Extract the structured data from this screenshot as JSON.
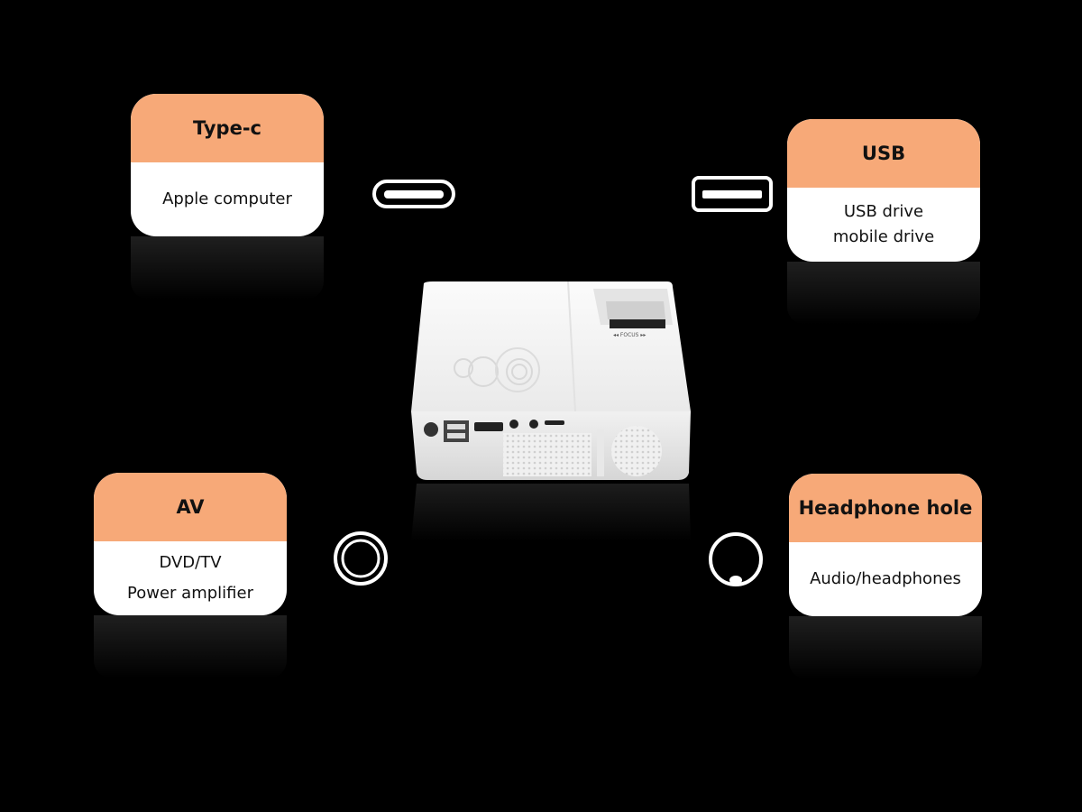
{
  "cards": {
    "typec": {
      "title": "Type-c",
      "lines": [
        "Apple computer"
      ]
    },
    "usb": {
      "title": "USB",
      "lines": [
        "USB drive",
        "mobile drive"
      ]
    },
    "av": {
      "title": "AV",
      "lines": [
        "DVD/TV",
        "Power amplifier"
      ]
    },
    "headphone": {
      "title": "Headphone hole",
      "lines": [
        "Audio/headphones"
      ]
    }
  },
  "projector": {
    "focus_label": "◂◂ FOCUS ▸▸"
  },
  "icons": {
    "typec": "type-c-port-icon",
    "usb": "usb-port-icon",
    "av": "av-port-icon",
    "headphone": "headphone-jack-icon"
  },
  "colors": {
    "accent": "#f7a978",
    "background": "#000000",
    "card": "#ffffff"
  }
}
